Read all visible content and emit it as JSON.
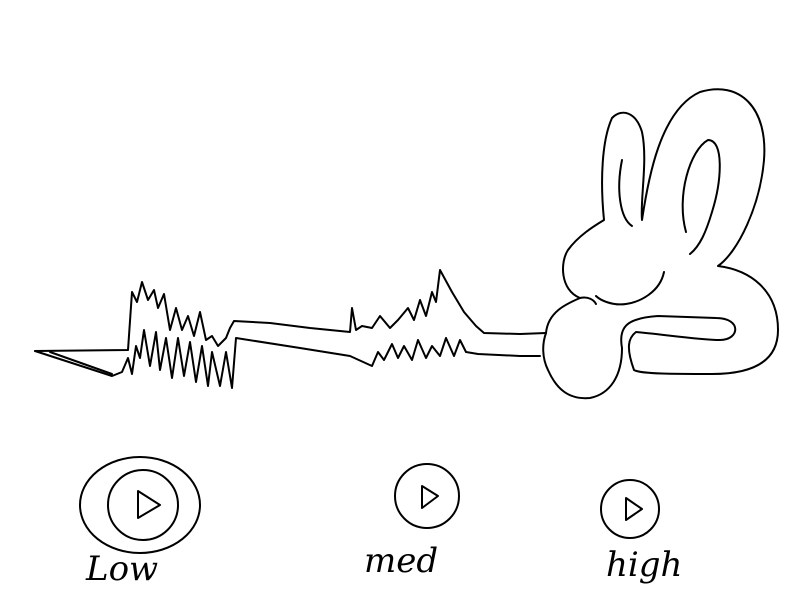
{
  "controls": {
    "low_label": "Low",
    "med_label": "med",
    "high_label": "high",
    "low_icon": "play-icon",
    "med_icon": "play-icon",
    "high_icon": "play-icon",
    "selected": "low"
  },
  "illustration": {
    "icons": [
      "sound-wave-icon",
      "inner-ear-icon"
    ]
  },
  "colors": {
    "ink": "#000000",
    "background": "#ffffff"
  }
}
